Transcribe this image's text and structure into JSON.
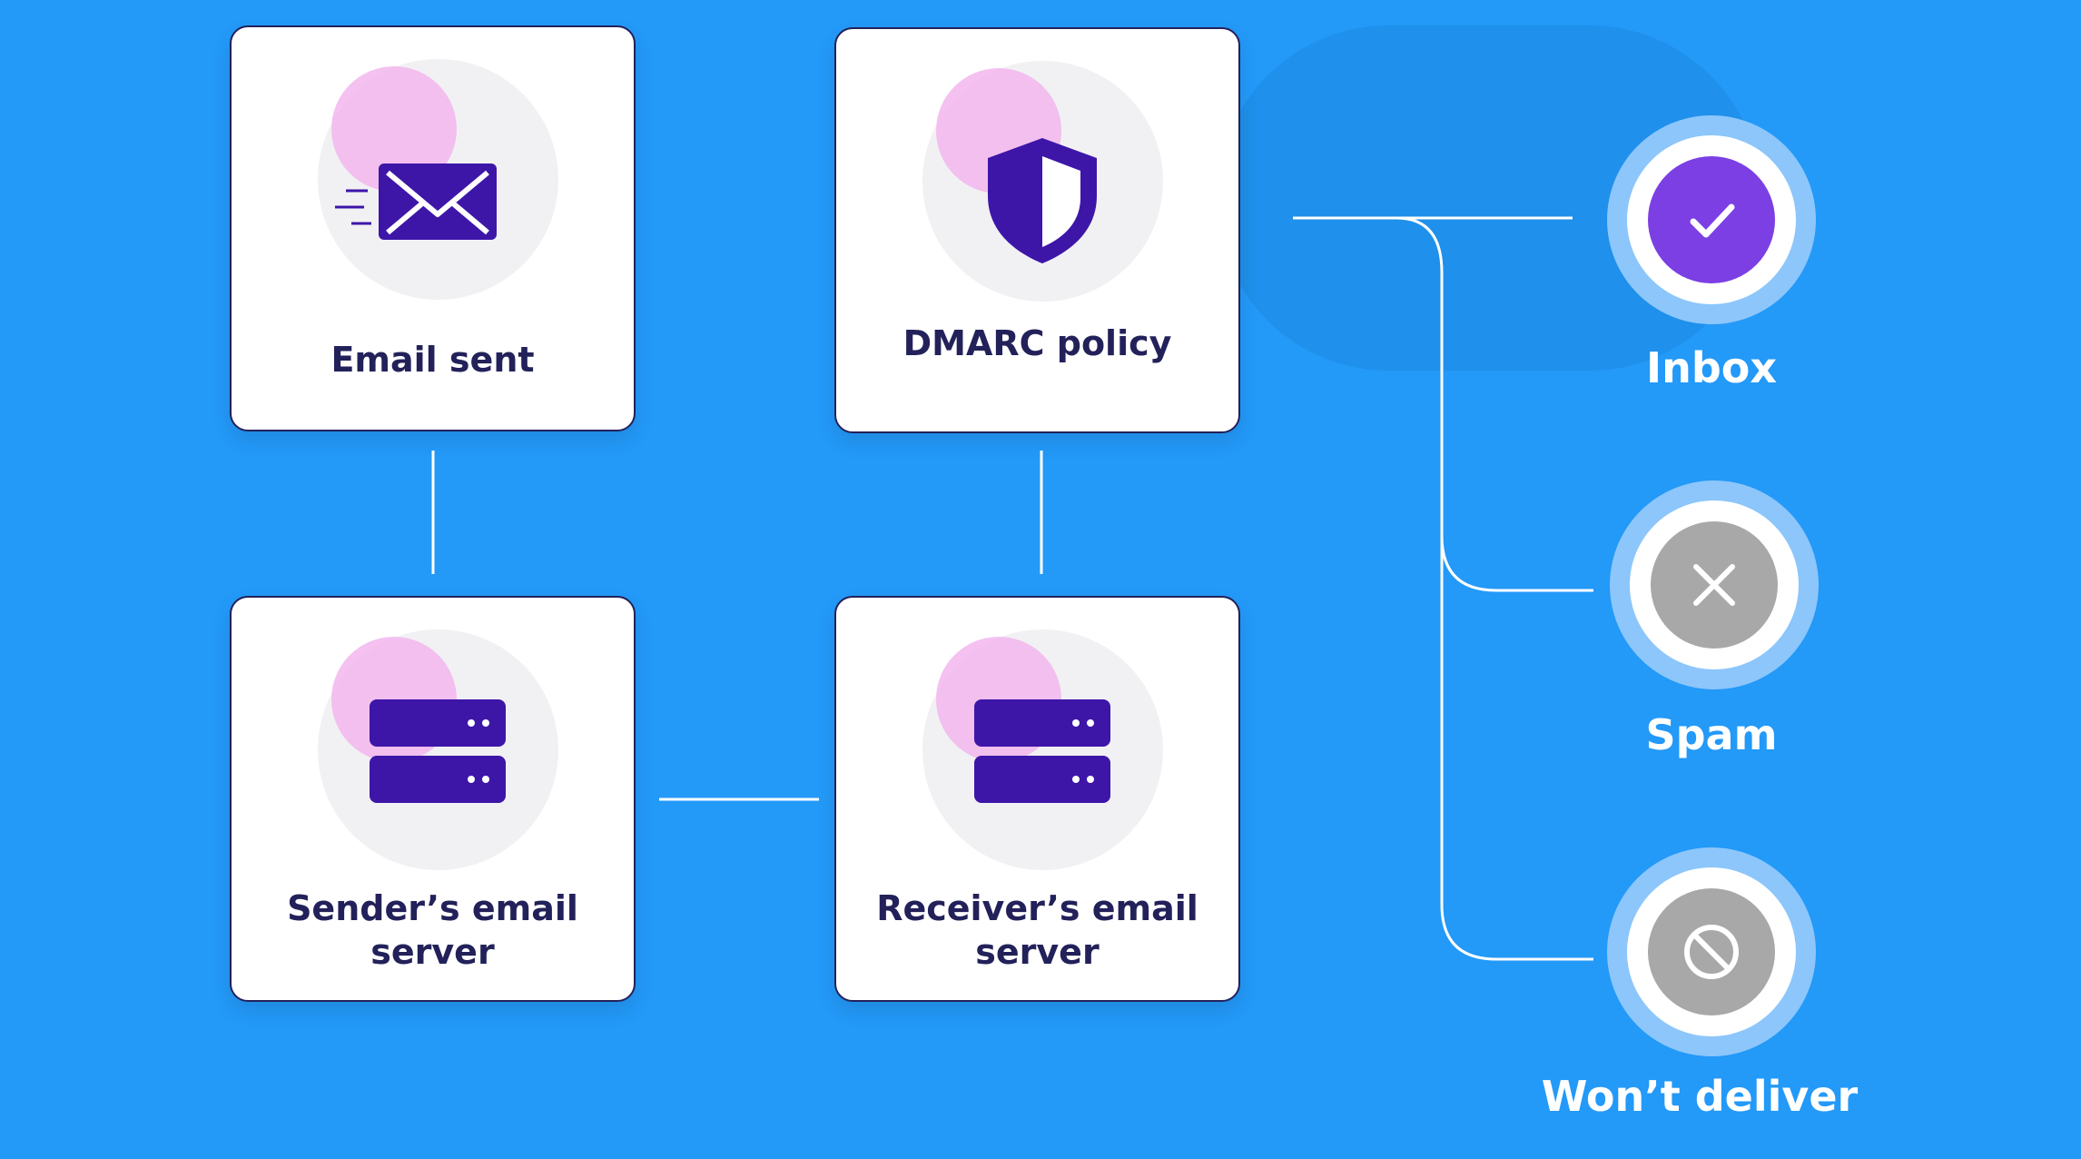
{
  "cards": {
    "email_sent": {
      "label": "Email sent",
      "icon": "envelope-icon"
    },
    "dmarc_policy": {
      "label": "DMARC policy",
      "icon": "shield-icon"
    },
    "sender_server": {
      "label_line1": "Sender’s email",
      "label_line2": "server",
      "icon": "server-icon"
    },
    "receiver_server": {
      "label_line1": "Receiver’s email",
      "label_line2": "server",
      "icon": "server-icon"
    }
  },
  "outcomes": {
    "inbox": {
      "label": "Inbox",
      "icon": "check-icon",
      "color": "#7b3fe4"
    },
    "spam": {
      "label": "Spam",
      "icon": "x-icon",
      "color": "#a8a8a8"
    },
    "wont_deliver": {
      "label": "Won’t deliver",
      "icon": "blocked-icon",
      "color": "#a8a8a8"
    }
  },
  "colors": {
    "background": "#2399f8",
    "card_text": "#23215a",
    "icon_purple": "#3d16a8",
    "accent_pink": "#f2b3ee"
  }
}
